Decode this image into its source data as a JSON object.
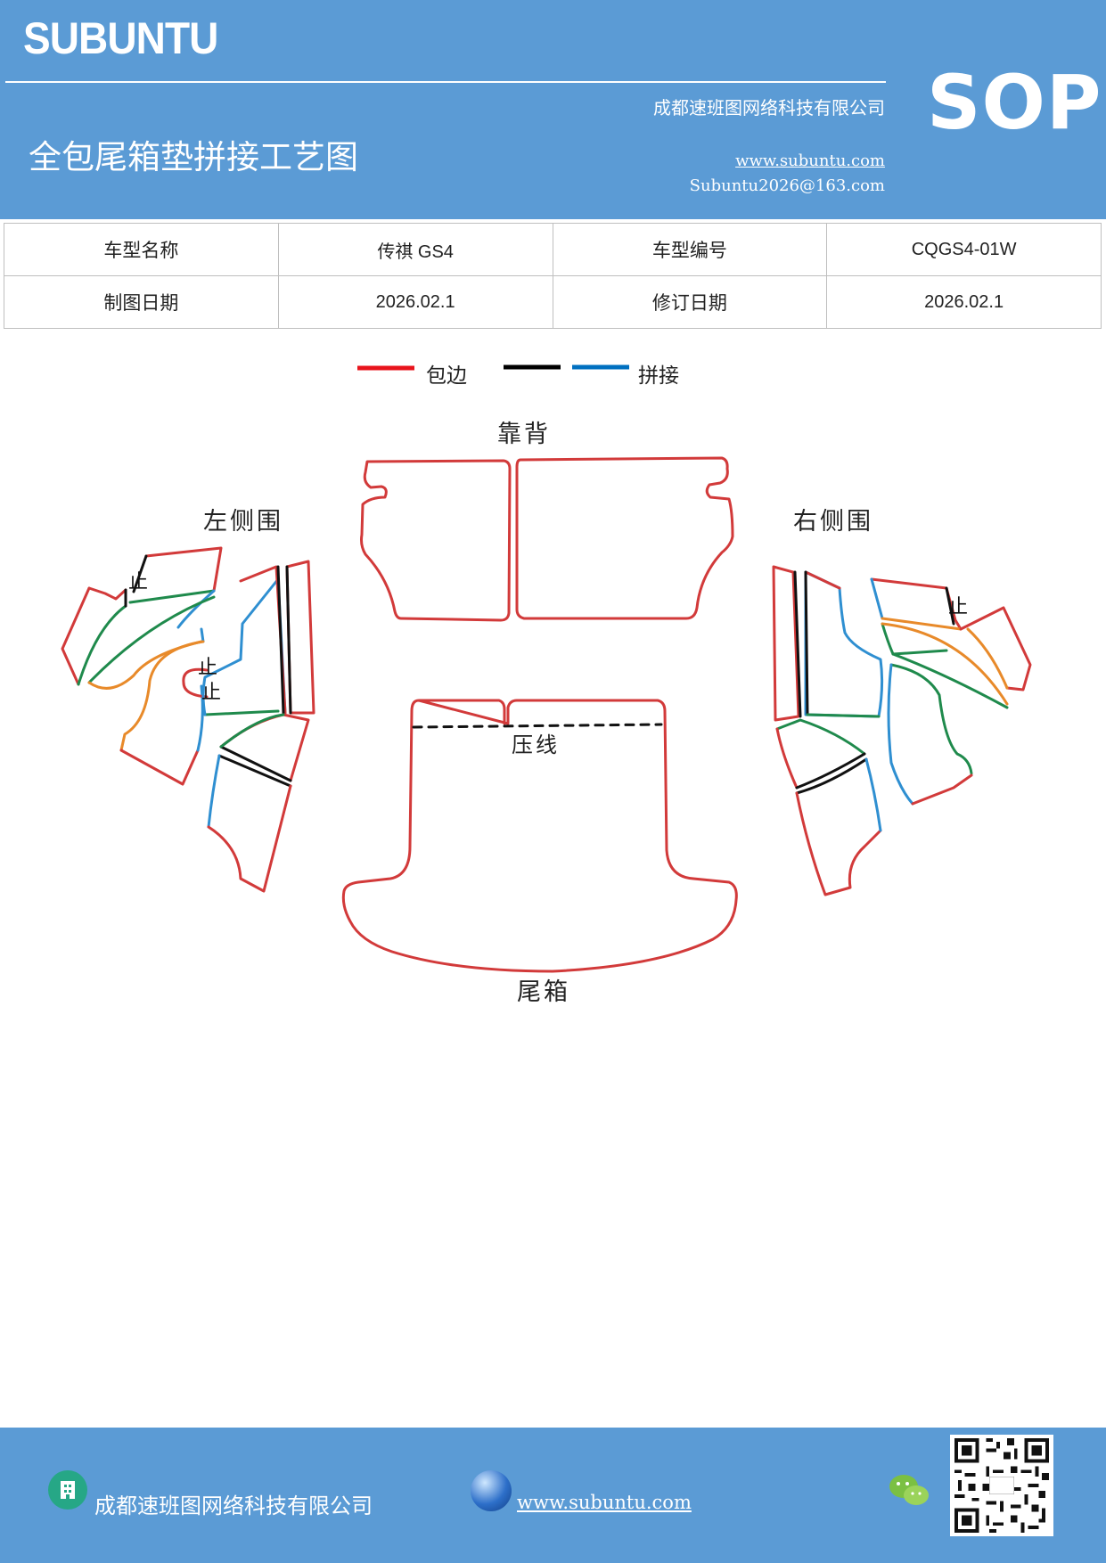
{
  "header": {
    "brand": "SUBUNTU",
    "badge": "SOP",
    "company": "成都速班图网络科技有限公司",
    "title": "全包尾箱垫拼接工艺图",
    "website": "www.subuntu.com",
    "email": "Subuntu2026@163.com"
  },
  "info_table": {
    "rows": [
      {
        "label1": "车型名称",
        "value1": "传祺 GS4",
        "label2": "车型编号",
        "value2": "CQGS4-01W"
      },
      {
        "label1": "制图日期",
        "value1": "2026.02.1",
        "label2": "修订日期",
        "value2": "2026.02.1"
      }
    ]
  },
  "legend": {
    "items": [
      {
        "color": "#e8141c",
        "label": "包边"
      },
      {
        "color": "#000000",
        "label": ""
      },
      {
        "color": "#0070c0",
        "label": "拼接"
      }
    ]
  },
  "diagram": {
    "labels": {
      "backrest": "靠背",
      "left_side": "左侧围",
      "right_side": "右侧围",
      "crease": "压线",
      "trunk": "尾箱",
      "stop": "止"
    },
    "colors": {
      "edge": "#d23a3a",
      "black": "#111111",
      "blue": "#2f8fd1",
      "green": "#1f8a4c",
      "orange": "#e88a2a"
    }
  },
  "footer": {
    "company": "成都速班图网络科技有限公司",
    "website": "www.subuntu.com",
    "icons": [
      "building-icon",
      "globe-icon",
      "wechat-icon",
      "qr-code"
    ]
  }
}
